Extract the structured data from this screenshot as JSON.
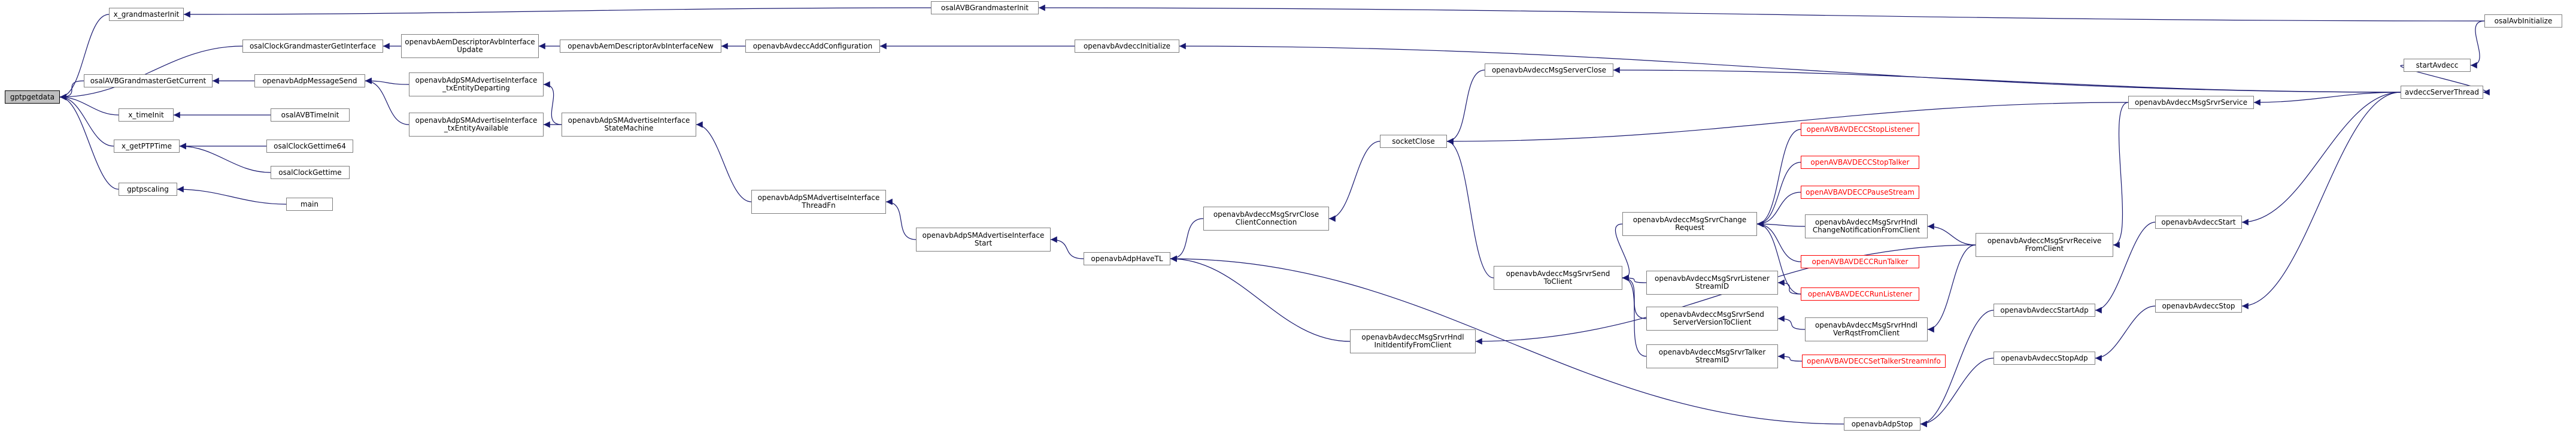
{
  "graph": {
    "edge_color": "#191970",
    "external_color": "#ff0000",
    "current_fill": "#bfbfbf",
    "nodes": [
      {
        "id": "gptpgetdata",
        "label": "gptpgetdata",
        "style": "current"
      },
      {
        "id": "x_grandmasterInit",
        "label": "x_grandmasterInit"
      },
      {
        "id": "osalAVBGrandmasterInit",
        "label": "osalAVBGrandmasterInit"
      },
      {
        "id": "osalAvbInitialize",
        "label": "osalAvbInitialize"
      },
      {
        "id": "osalClockGrandmasterGetInterface",
        "label": "osalClockGrandmasterGetInterface"
      },
      {
        "id": "openavbAemDescriptorAvbInterfaceUpdate",
        "label": "openavbAemDescriptorAvbInterface\nUpdate"
      },
      {
        "id": "openavbAemDescriptorAvbInterfaceNew",
        "label": "openavbAemDescriptorAvbInterfaceNew"
      },
      {
        "id": "openavbAvdeccAddConfiguration",
        "label": "openavbAvdeccAddConfiguration"
      },
      {
        "id": "openavbAvdeccInitialize",
        "label": "openavbAvdeccInitialize"
      },
      {
        "id": "avdeccServerThread",
        "label": "avdeccServerThread"
      },
      {
        "id": "startAvdecc",
        "label": "startAvdecc"
      },
      {
        "id": "osalAVBGrandmasterGetCurrent",
        "label": "osalAVBGrandmasterGetCurrent"
      },
      {
        "id": "openavbAdpMessageSend",
        "label": "openavbAdpMessageSend"
      },
      {
        "id": "txEntityDeparting",
        "label": "openavbAdpSMAdvertiseInterface\n_txEntityDeparting"
      },
      {
        "id": "txEntityAvailable",
        "label": "openavbAdpSMAdvertiseInterface\n_txEntityAvailable"
      },
      {
        "id": "advStateMachine",
        "label": "openavbAdpSMAdvertiseInterface\nStateMachine"
      },
      {
        "id": "advThreadFn",
        "label": "openavbAdpSMAdvertiseInterface\nThreadFn"
      },
      {
        "id": "advStart",
        "label": "openavbAdpSMAdvertiseInterface\nStart"
      },
      {
        "id": "openavbAdpHaveTL",
        "label": "openavbAdpHaveTL"
      },
      {
        "id": "x_timeInit",
        "label": "x_timeInit"
      },
      {
        "id": "osalAVBTimeInit",
        "label": "osalAVBTimeInit"
      },
      {
        "id": "x_getPTPTime",
        "label": "x_getPTPTime"
      },
      {
        "id": "osalClockGettime64",
        "label": "osalClockGettime64"
      },
      {
        "id": "osalClockGettime",
        "label": "osalClockGettime"
      },
      {
        "id": "gptpscaling",
        "label": "gptpscaling"
      },
      {
        "id": "main",
        "label": "main"
      },
      {
        "id": "srvrCloseClientConnection",
        "label": "openavbAvdeccMsgSrvrClose\nClientConnection"
      },
      {
        "id": "socketClose",
        "label": "socketClose"
      },
      {
        "id": "msgServerClose",
        "label": "openavbAvdeccMsgServerClose"
      },
      {
        "id": "msgSrvrService",
        "label": "openavbAvdeccMsgSrvrService"
      },
      {
        "id": "msgSrvrSendToClient",
        "label": "openavbAvdeccMsgSrvrSend\nToClient"
      },
      {
        "id": "msgSrvrChangeRequest",
        "label": "openavbAvdeccMsgSrvrChange\nRequest"
      },
      {
        "id": "stopListener",
        "label": "openAVBAVDECCStopListener",
        "style": "external"
      },
      {
        "id": "stopTalker",
        "label": "openAVBAVDECCStopTalker",
        "style": "external"
      },
      {
        "id": "pauseStream",
        "label": "openAVBAVDECCPauseStream",
        "style": "external"
      },
      {
        "id": "hndlChangeNotification",
        "label": "openavbAvdeccMsgSrvrHndl\nChangeNotificationFromClient"
      },
      {
        "id": "runTalker",
        "label": "openAVBAVDECCRunTalker",
        "style": "external"
      },
      {
        "id": "runListener",
        "label": "openAVBAVDECCRunListener",
        "style": "external"
      },
      {
        "id": "msgSrvrListenerStreamID",
        "label": "openavbAvdeccMsgSrvrListener\nStreamID"
      },
      {
        "id": "msgSrvrSendServerVersion",
        "label": "openavbAvdeccMsgSrvrSend\nServerVersionToClient"
      },
      {
        "id": "hndlVerRqst",
        "label": "openavbAvdeccMsgSrvrHndl\nVerRqstFromClient"
      },
      {
        "id": "msgSrvrTalkerStreamID",
        "label": "openavbAvdeccMsgSrvrTalker\nStreamID"
      },
      {
        "id": "setTalkerStreamInfo",
        "label": "openAVBAVDECCSetTalkerStreamInfo",
        "style": "external"
      },
      {
        "id": "msgSrvrReceiveFromClient",
        "label": "openavbAvdeccMsgSrvrReceive\nFromClient"
      },
      {
        "id": "hndlInitIdentify",
        "label": "openavbAvdeccMsgSrvrHndl\nInitIdentifyFromClient"
      },
      {
        "id": "openavbAdpStop",
        "label": "openavbAdpStop"
      },
      {
        "id": "openavbAvdeccStartAdp",
        "label": "openavbAvdeccStartAdp"
      },
      {
        "id": "openavbAvdeccStart",
        "label": "openavbAvdeccStart"
      },
      {
        "id": "openavbAvdeccStopAdp",
        "label": "openavbAvdeccStopAdp"
      },
      {
        "id": "openavbAvdeccStop",
        "label": "openavbAvdeccStop"
      }
    ],
    "edges": [
      [
        "x_grandmasterInit",
        "gptpgetdata"
      ],
      [
        "osalClockGrandmasterGetInterface",
        "gptpgetdata"
      ],
      [
        "osalAVBGrandmasterGetCurrent",
        "gptpgetdata"
      ],
      [
        "x_timeInit",
        "gptpgetdata"
      ],
      [
        "x_getPTPTime",
        "gptpgetdata"
      ],
      [
        "gptpscaling",
        "gptpgetdata"
      ],
      [
        "osalAVBGrandmasterInit",
        "x_grandmasterInit"
      ],
      [
        "osalAvbInitialize",
        "osalAVBGrandmasterInit"
      ],
      [
        "openavbAemDescriptorAvbInterfaceUpdate",
        "osalClockGrandmasterGetInterface"
      ],
      [
        "openavbAemDescriptorAvbInterfaceNew",
        "openavbAemDescriptorAvbInterfaceUpdate"
      ],
      [
        "openavbAvdeccAddConfiguration",
        "openavbAemDescriptorAvbInterfaceNew"
      ],
      [
        "openavbAvdeccInitialize",
        "openavbAvdeccAddConfiguration"
      ],
      [
        "avdeccServerThread",
        "openavbAvdeccInitialize"
      ],
      [
        "startAvdecc",
        "avdeccServerThread"
      ],
      [
        "osalAvbInitialize",
        "startAvdecc"
      ],
      [
        "openavbAdpMessageSend",
        "osalAVBGrandmasterGetCurrent"
      ],
      [
        "txEntityDeparting",
        "openavbAdpMessageSend"
      ],
      [
        "txEntityAvailable",
        "openavbAdpMessageSend"
      ],
      [
        "advStateMachine",
        "txEntityDeparting"
      ],
      [
        "advStateMachine",
        "txEntityAvailable"
      ],
      [
        "advThreadFn",
        "advStateMachine"
      ],
      [
        "advStart",
        "advThreadFn"
      ],
      [
        "openavbAdpHaveTL",
        "advStart"
      ],
      [
        "osalAVBTimeInit",
        "x_timeInit"
      ],
      [
        "osalClockGettime64",
        "x_getPTPTime"
      ],
      [
        "osalClockGettime",
        "x_getPTPTime"
      ],
      [
        "main",
        "gptpscaling"
      ],
      [
        "srvrCloseClientConnection",
        "openavbAdpHaveTL"
      ],
      [
        "hndlInitIdentify",
        "openavbAdpHaveTL"
      ],
      [
        "openavbAdpStop",
        "openavbAdpHaveTL"
      ],
      [
        "socketClose",
        "srvrCloseClientConnection"
      ],
      [
        "msgServerClose",
        "socketClose"
      ],
      [
        "msgSrvrService",
        "socketClose"
      ],
      [
        "msgSrvrSendToClient",
        "socketClose"
      ],
      [
        "avdeccServerThread",
        "msgServerClose"
      ],
      [
        "avdeccServerThread",
        "msgSrvrService"
      ],
      [
        "msgSrvrChangeRequest",
        "msgSrvrSendToClient"
      ],
      [
        "msgSrvrListenerStreamID",
        "msgSrvrSendToClient"
      ],
      [
        "msgSrvrSendServerVersion",
        "msgSrvrSendToClient"
      ],
      [
        "msgSrvrTalkerStreamID",
        "msgSrvrSendToClient"
      ],
      [
        "stopListener",
        "msgSrvrChangeRequest"
      ],
      [
        "stopTalker",
        "msgSrvrChangeRequest"
      ],
      [
        "pauseStream",
        "msgSrvrChangeRequest"
      ],
      [
        "hndlChangeNotification",
        "msgSrvrChangeRequest"
      ],
      [
        "runTalker",
        "msgSrvrChangeRequest"
      ],
      [
        "runListener",
        "msgSrvrChangeRequest"
      ],
      [
        "runListener",
        "msgSrvrListenerStreamID"
      ],
      [
        "hndlVerRqst",
        "msgSrvrSendServerVersion"
      ],
      [
        "setTalkerStreamInfo",
        "msgSrvrTalkerStreamID"
      ],
      [
        "msgSrvrReceiveFromClient",
        "hndlChangeNotification"
      ],
      [
        "msgSrvrReceiveFromClient",
        "hndlVerRqst"
      ],
      [
        "msgSrvrReceiveFromClient",
        "hndlInitIdentify"
      ],
      [
        "msgSrvrService",
        "msgSrvrReceiveFromClient"
      ],
      [
        "openavbAvdeccStartAdp",
        "openavbAdpStop"
      ],
      [
        "openavbAvdeccStopAdp",
        "openavbAdpStop"
      ],
      [
        "openavbAvdeccStart",
        "openavbAvdeccStartAdp"
      ],
      [
        "openavbAvdeccStop",
        "openavbAvdeccStopAdp"
      ],
      [
        "avdeccServerThread",
        "openavbAvdeccStart"
      ],
      [
        "avdeccServerThread",
        "openavbAvdeccStop"
      ]
    ]
  }
}
